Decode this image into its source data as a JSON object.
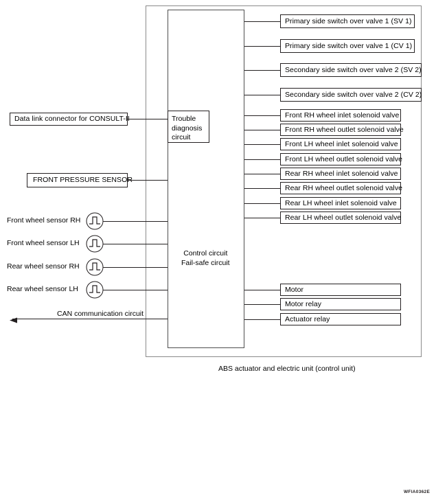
{
  "diagram": {
    "caption": "ABS actuator and electric unit (control unit)",
    "reference_code": "WFIA0362E",
    "control_unit": {
      "trouble_diagnosis_label": "Trouble\ndiagnosis\ncircuit",
      "control_circuit_label": "Control circuit\nFail-safe circuit"
    },
    "inputs_left": [
      {
        "name": "data-link-connector",
        "label": "Data link connector for CONSULT-II",
        "type": "box"
      },
      {
        "name": "front-pressure-sensor",
        "label": "FRONT PRESSURE SENSOR",
        "type": "box"
      }
    ],
    "wheel_sensors": [
      {
        "name": "front-wheel-sensor-rh",
        "label": "Front  wheel sensor RH",
        "icon": "pulse-sensor-icon"
      },
      {
        "name": "front-wheel-sensor-lh",
        "label": "Front wheel sensor  LH",
        "icon": "pulse-sensor-icon"
      },
      {
        "name": "rear-wheel-sensor-rh",
        "label": "Rear  wheel sensor RH",
        "icon": "pulse-sensor-icon"
      },
      {
        "name": "rear-wheel-sensor-lh",
        "label": "Rear wheel sensor  LH",
        "icon": "pulse-sensor-icon"
      }
    ],
    "can_bus": {
      "label": "CAN communication circuit",
      "arrow_direction": "left"
    },
    "outputs_valves": [
      {
        "name": "primary-sv1",
        "label": "Primary side  switch over valve 1 (SV 1)"
      },
      {
        "name": "primary-cv1",
        "label": "Primary side  switch over valve 1 (CV 1)"
      },
      {
        "name": "secondary-sv2",
        "label": "Secondary side  switch over valve 2 (SV 2)"
      },
      {
        "name": "secondary-cv2",
        "label": "Secondary side  switch over valve 2 (CV 2)"
      }
    ],
    "outputs_solenoids": [
      {
        "name": "front-rh-inlet",
        "label": "Front RH wheel inlet solenoid valve"
      },
      {
        "name": "front-rh-outlet",
        "label": "Front RH wheel outlet solenoid valve"
      },
      {
        "name": "front-lh-inlet",
        "label": "Front LH wheel inlet solenoid valve"
      },
      {
        "name": "front-lh-outlet",
        "label": "Front LH wheel outlet solenoid valve"
      },
      {
        "name": "rear-rh-inlet",
        "label": "Rear RH wheel inlet solenoid valve"
      },
      {
        "name": "rear-rh-outlet",
        "label": "Rear RH wheel outlet solenoid valve"
      },
      {
        "name": "rear-lh-inlet",
        "label": "Rear LH wheel inlet solenoid valve"
      },
      {
        "name": "rear-lh-outlet",
        "label": "Rear LH wheel outlet solenoid valve"
      }
    ],
    "outputs_actuators": [
      {
        "name": "motor",
        "label": "Motor"
      },
      {
        "name": "motor-relay",
        "label": "Motor relay"
      },
      {
        "name": "actuator-relay",
        "label": "Actuator relay"
      }
    ]
  }
}
